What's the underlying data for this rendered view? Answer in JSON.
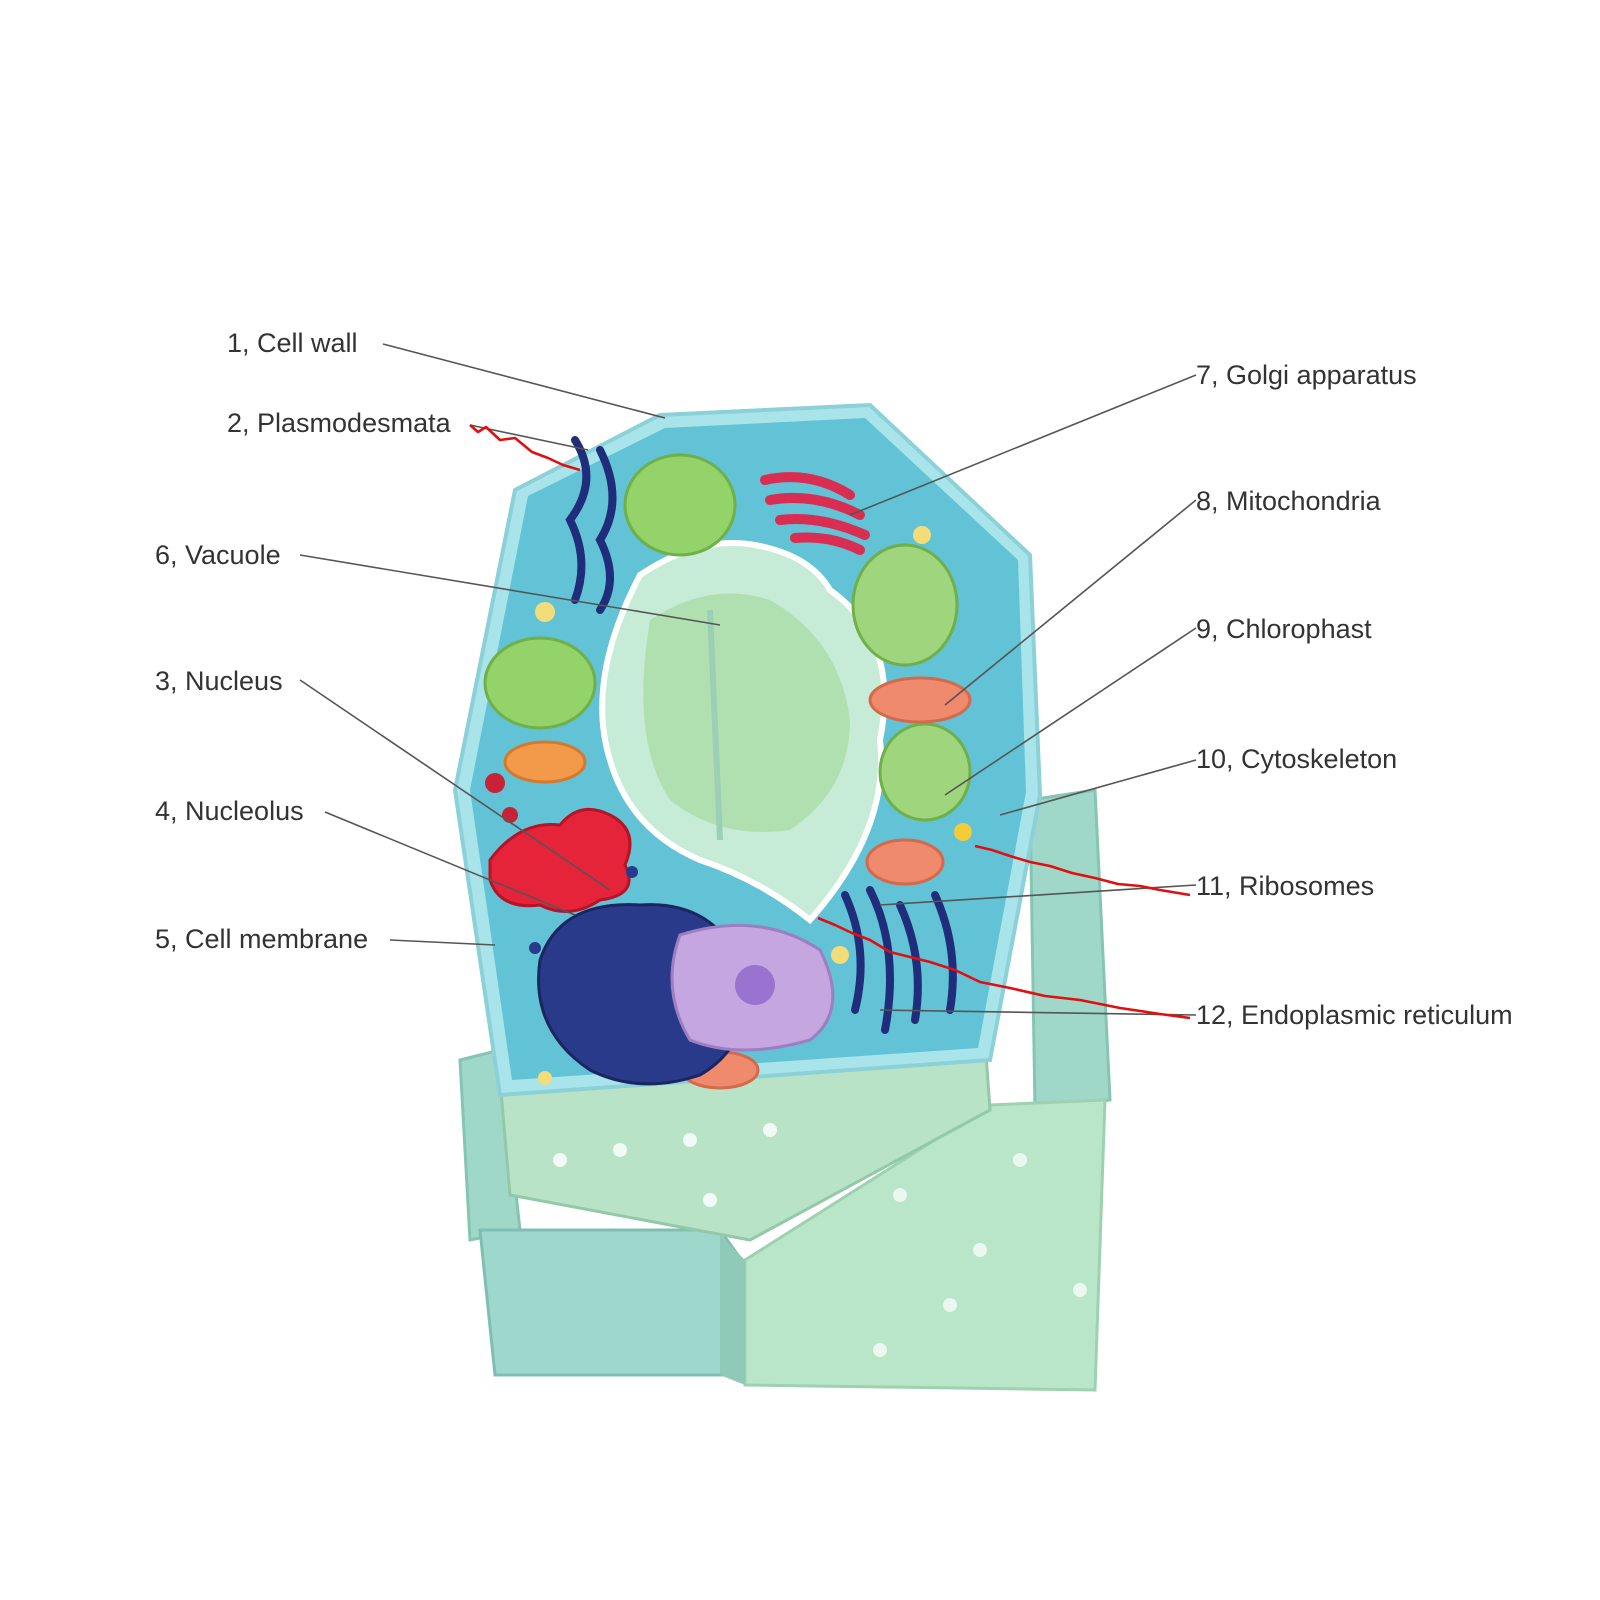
{
  "labels": {
    "l1": "1, Cell wall",
    "l2": "2, Plasmodesmata",
    "l3": "3, Nucleus",
    "l4": "4, Nucleolus",
    "l5": "5, Cell membrane",
    "l6": "6, Vacuole",
    "l7": "7, Golgi apparatus",
    "l8": "8, Mitochondria",
    "l9": "9, Chlorophast",
    "l10": "10, Cytoskeleton",
    "l11": "11, Ribosomes",
    "l12": "12, Endoplasmic reticulum"
  },
  "colors": {
    "leader_line": "#555555",
    "highlight_line": "#e01010",
    "cytoplasm": "#62c2d6",
    "cell_wall": "#a8e4ea",
    "vacuole": "#c6ecd8",
    "chloroplast": "#94d26a",
    "mitochondria": "#f08a6c",
    "golgi": "#d92e52",
    "nucleolus": "#e5243a",
    "nucleus": "#2a3a8a",
    "er": "#1f2d7a",
    "base": "#b7e2c8"
  }
}
